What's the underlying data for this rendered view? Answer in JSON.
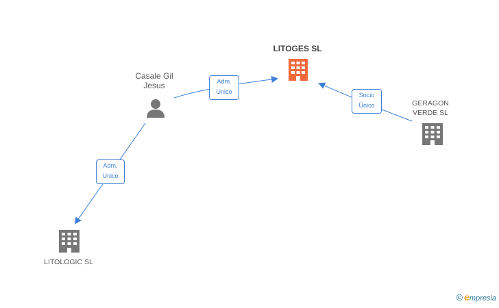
{
  "nodes": {
    "litoges": {
      "name": "LITOGES SL",
      "type": "company",
      "color": "#f26a3c"
    },
    "casale": {
      "name_line1": "Casale Gil",
      "name_line2": "Jesus",
      "type": "person",
      "color": "#777777"
    },
    "geragon": {
      "name_line1": "GERAGON",
      "name_line2": "VERDE SL",
      "type": "company",
      "color": "#777777"
    },
    "litologic": {
      "name": "LITOLOGIC SL",
      "type": "company",
      "color": "#777777"
    }
  },
  "edges": [
    {
      "from": "casale",
      "to": "litoges",
      "line1": "Adm.",
      "line2": "Unico"
    },
    {
      "from": "geragon",
      "to": "litoges",
      "line1": "Socio",
      "line2": "Único"
    },
    {
      "from": "casale",
      "to": "litologic",
      "line1": "Adm.",
      "line2": "Unico"
    }
  ],
  "edge_color": "#3d7fd6",
  "brand": {
    "copyright": "©",
    "initial": "e",
    "rest": "mpresia"
  }
}
